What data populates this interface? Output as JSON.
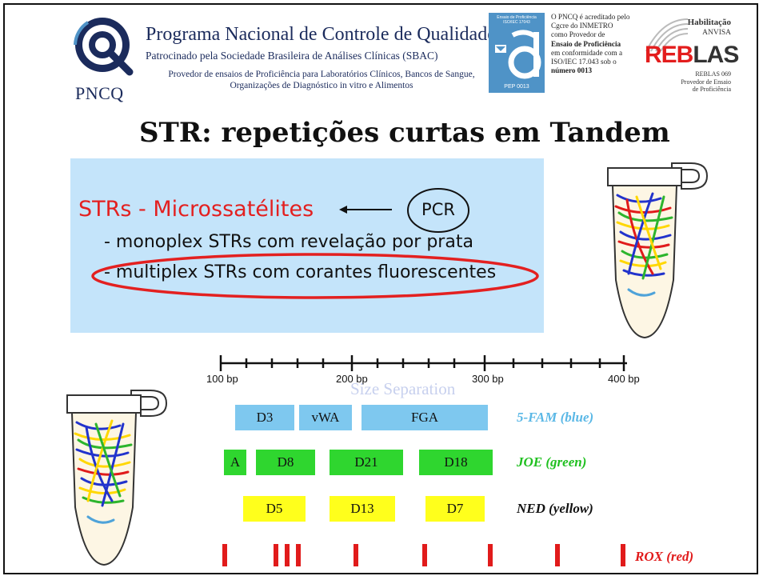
{
  "header": {
    "logo_text": "PNCQ",
    "program_title": "Programa Nacional de Controle de Qualidade",
    "sponsor": "Patrocinado pela Sociedade Brasileira de Análises Clínicas (SBAC)",
    "provider_line1": "Provedor de ensaios de Proficiência para Laboratórios Clínicos, Bancos de Sangue,",
    "provider_line2": "Organizações de Diagnóstico in vitro e Alimentos",
    "seal_top": "Ensaio de Proficiência ISO/IEC 17043",
    "seal_code": "PEP 0013",
    "accreditation_lines": [
      "O PNCQ é acreditado pelo",
      "Cgcre do INMETRO",
      "como Provedor de",
      "Ensaio de Proficiência",
      "em conformidade com a",
      "ISO/IEC 17.043 sob o",
      "número 0013"
    ],
    "reblas_habilitacao": "Habilitação",
    "reblas_anvisa": "ANVISA",
    "reblas_logo_red": "REB",
    "reblas_logo_dark": "LAS",
    "reblas_lines": [
      "REBLAS 069",
      "Provedor de Ensaio",
      "de Proficiência"
    ]
  },
  "title": "STR: repetições curtas em Tandem",
  "str_box": {
    "heading": "STRs - Microssatélites",
    "pcr_label": "PCR",
    "item1": "- monoplex STRs com revelação por prata",
    "item2": "- multiplex STRs com corantes fluorescentes"
  },
  "size_axis": {
    "tick_labels": [
      "100 bp",
      "200 bp",
      "300 bp",
      "400 bp"
    ],
    "caption": "Size Separation"
  },
  "panels": [
    {
      "dye": "5-FAM (blue)",
      "color": "#5bb8e6",
      "loci": [
        "D3",
        "vWA",
        "FGA"
      ]
    },
    {
      "dye": "JOE (green)",
      "color": "#20c020",
      "loci": [
        "A",
        "D8",
        "D21",
        "D18"
      ]
    },
    {
      "dye": "NED (yellow)",
      "color": "#111111",
      "loci": [
        "D5",
        "D13",
        "D7"
      ]
    },
    {
      "dye": "ROX (red)",
      "color": "#e11b1b",
      "loci": []
    }
  ],
  "colors": {
    "accent_blue_box": "#c4e4fa",
    "heading_red": "#e32020",
    "navy": "#1b2b5c"
  }
}
